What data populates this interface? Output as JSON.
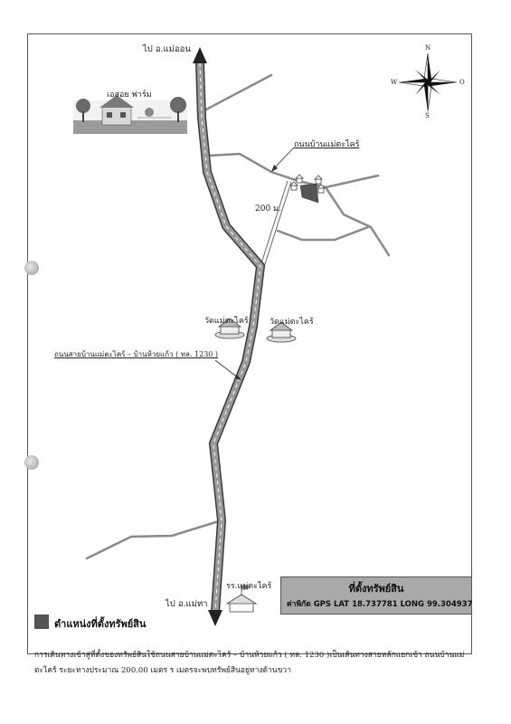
{
  "labels": {
    "to_north": "ไป อ.แม่ออน",
    "to_south": "ไป อ.แม่ทา",
    "farm": "เอสอย ฟาร์ม",
    "road_village": "ถนนบ้านแม่ตะไคร้",
    "distance": "200 ม.",
    "temple_1": "วัดแม่ตะไคร้",
    "temple_2": "วัดแม่ตะไคร้",
    "main_road": "ถนนสายบ้านแม่ตะไคร้ – บ้านห้วยแก้ว ( ทล. 1230 )",
    "school": "รร.แม่ตะไคร้"
  },
  "compass": {
    "n": "N",
    "s": "S",
    "e": "O",
    "w": "W"
  },
  "gps_box": {
    "title": "ที่ตั้งทรัพย์สิน",
    "line": "ค่าพิกัด GPS    LAT  18.737781 LONG 99.304937"
  },
  "legend": {
    "label": "ตำแหน่งที่ตั้งทรัพย์สิน",
    "color": "#555555"
  },
  "description": "การเดินทางเข้าสู่ที่ตั้งของทรัพย์สินใช้ถนนสายบ้านแม่ตะไคร้ – บ้านห้วยแก้ว ( ทล. 1230 )เป็นเส้นทางสายหลักแยกเข้า ถนนบ้านแม่ตะไคร้ ระยะทางประมาณ 200.00 เมตร ร เมตรจะพบทรัพย์สินอยู่ทางด้านขวา",
  "colors": {
    "road_fill": "#8c8c8c",
    "road_line": "#444444",
    "parcel": "#555555"
  }
}
